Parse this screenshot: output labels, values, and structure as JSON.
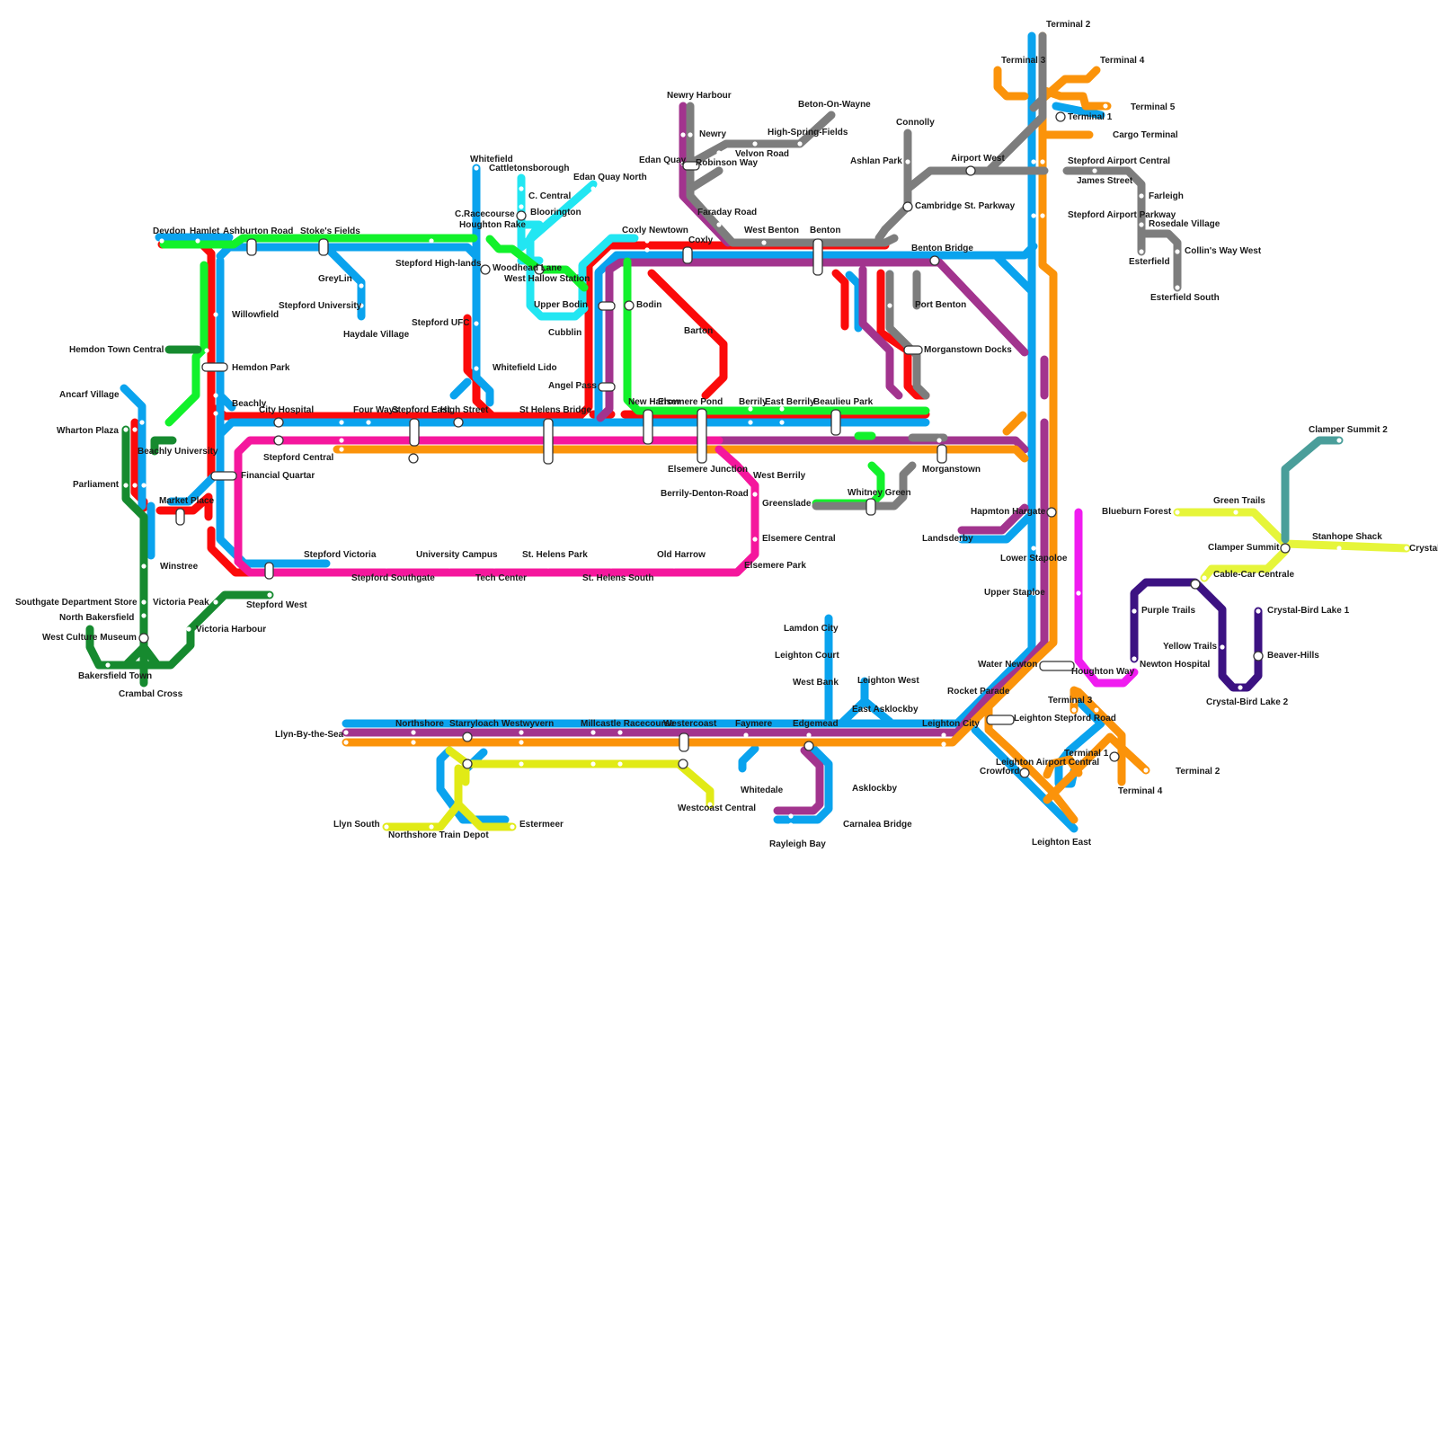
{
  "line_colors": {
    "blue": "#0aa3ee",
    "red": "#fb0a0a",
    "purple": "#a2348e",
    "orange": "#fb930a",
    "green": "#12f12b",
    "darkgreen": "#168a2f",
    "grey": "#7d7d7d",
    "pink": "#f5179d",
    "cyan": "#22e6f2",
    "yellow": "#e1ea16",
    "lime": "#e6f53a",
    "teal": "#4a9e9a",
    "indigo": "#3c1282",
    "magenta": "#f01cf0"
  },
  "stations": {
    "devdon": "Devdon",
    "hamlet": "Hamlet",
    "ashburton_road": "Ashburton Road",
    "stokes_fields": "Stoke's Fields",
    "willowfield": "Willowfield",
    "greylin": "GreyLin",
    "stepford_high_lands": "Stepford High-lands",
    "stepford_university": "Stepford University",
    "haydale_village": "Haydale Village",
    "hemdon_town_central": "Hemdon Town Central",
    "hemdon_park": "Hemdon Park",
    "ancarf_village": "Ancarf Village",
    "beachly": "Beachly",
    "wharton_plaza": "Wharton Plaza",
    "beachly_university": "Beachly University",
    "parliament": "Parliament",
    "financial_quarter": "Financial Quartar",
    "market_place": "Market Place",
    "winstree": "Winstree",
    "southgate_department_store": "Southgate Department Store",
    "north_bakersfield": "North Bakersfield",
    "west_culture_museum": "West Culture Museum",
    "bakersfield_town": "Bakersfield Town",
    "crambal_cross": "Crambal Cross",
    "victoria_peak": "Victoria Peak",
    "victoria_harbour": "Victoria Harbour",
    "stepford_west": "Stepford West",
    "city_hospital": "City Hospital",
    "stepford_central": "Stepford Central",
    "four_ways": "Four Ways",
    "stepford_east": "Stepford East",
    "high_street": "High Street",
    "stepford_ufc": "Stepford UFC",
    "whitefield": "Whitefield",
    "cattletonsborough": "Cattletonsborough",
    "c_racecourse": "C.Racecourse",
    "houghton_rake": "Houghton Rake",
    "c_central": "C. Central",
    "bloorington": "Bloorington",
    "edan_quay_north": "Edan Quay North",
    "woodhead_lane": "Woodhead Lane",
    "west_hallow_station": "West Hallow Station",
    "upper_bodin": "Upper Bodin",
    "bodin": "Bodin",
    "cubblin": "Cubblin",
    "whitefield_lido": "Whitefield Lido",
    "st_helens_bridge": "St Helens Bridge",
    "angel_pass": "Angel Pass",
    "coxly_newtown": "Coxly Newtown",
    "coxly": "Coxly",
    "newry_harbour": "Newry Harbour",
    "newry": "Newry",
    "edan_quay": "Edan Quay",
    "robinson_way": "Robinson Way",
    "velvon_road": "Velvon Road",
    "high_spring_fields": "High-Spring-Fields",
    "beton_on_wayne": "Beton-On-Wayne",
    "faraday_road": "Faraday Road",
    "west_benton": "West Benton",
    "benton": "Benton",
    "barton": "Barton",
    "new_harrow": "New Harrow",
    "elsemere_pond": "Elsemere Pond",
    "berrily": "Berrily",
    "east_berrily": "East Berrily",
    "beaulieu_park": "Beaulieu Park",
    "elsemere_junction": "Elsemere Junction",
    "west_berrily": "West Berrily",
    "berrily_denton_road": "Berrily-Denton-Road",
    "elsemere_central": "Elsemere Central",
    "elsemere_park": "Elsemere Park",
    "stepford_victoria": "Stepford Victoria",
    "stepford_southgate": "Stepford Southgate",
    "university_campus": "University Campus",
    "tech_center": "Tech Center",
    "st_helens_park": "St. Helens Park",
    "st_helens_south": "St. Helens South",
    "old_harrow": "Old Harrow",
    "greenslade": "Greenslade",
    "whitney_green": "Whitney Green",
    "connolly": "Connolly",
    "ashlan_park": "Ashlan Park",
    "airport_west": "Airport West",
    "cambridge_st_parkway": "Cambridge St. Parkway",
    "benton_bridge": "Benton Bridge",
    "port_benton": "Port Benton",
    "morganstown_docks": "Morganstown Docks",
    "morganstown": "Morganstown",
    "terminal_2": "Terminal 2",
    "terminal_3": "Terminal 3",
    "terminal_4": "Terminal 4",
    "terminal_5": "Terminal 5",
    "terminal_1": "Terminal 1",
    "cargo_terminal": "Cargo Terminal",
    "stepford_airport_central": "Stepford Airport Central",
    "james_street": "James Street",
    "farleigh": "Farleigh",
    "stepford_airport_parkway": "Stepford Airport Parkway",
    "rosedale_village": "Rosedale Village",
    "esterfield": "Esterfield",
    "collins_way_west": "Collin's Way West",
    "esterfield_south": "Esterfield South",
    "hapmton_hargate": "Hapmton Hargate",
    "landsderby": "Landsderby",
    "lower_stapoloe": "Lower Stapoloe",
    "upper_staploe": "Upper Staploe",
    "water_newton": "Water Newton",
    "houghton_way": "Houghton Way",
    "newton_hospital": "Newton Hospital",
    "blueburn_forest": "Blueburn Forest",
    "green_trails": "Green Trails",
    "clamper_summit_2": "Clamper Summit 2",
    "clamper_summit": "Clamper Summit",
    "stanhope_shack": "Stanhope Shack",
    "crystal": "Crystal",
    "cable_car_centrale": "Cable-Car Centrale",
    "purple_trails": "Purple Trails",
    "yellow_trails": "Yellow Trails",
    "crystal_bird_lake_1": "Crystal-Bird Lake 1",
    "beaver_hills": "Beaver-Hills",
    "crystal_bird_lake_2": "Crystal-Bird Lake 2",
    "lamdon_city": "Lamdon City",
    "leighton_court": "Leighton Court",
    "west_bank": "West Bank",
    "leighton_west": "Leighton West",
    "east_asklockby": "East Asklockby",
    "rocket_parade": "Rocket Parade",
    "leighton_stepford_road": "Leighton Stepford Road",
    "leighton_city": "Leighton City",
    "terminal_3_south": "Terminal 3",
    "terminal_1_south": "Terminal 1",
    "leighton_airport_central": "Leighton Airport Central",
    "crowford": "Crowford",
    "terminal_2_south": "Terminal 2",
    "terminal_4_south": "Terminal 4",
    "leighton_east": "Leighton East",
    "llyn_by_the_sea": "Llyn-By-the-Sea",
    "northshore": "Northshore",
    "starryloach": "Starryloach",
    "westwyvern": "Westwyvern",
    "millcastle_racecourse": "Millcastle Racecourse",
    "westercoast": "Westercoast",
    "faymere": "Faymere",
    "edgemead": "Edgemead",
    "whitedale": "Whitedale",
    "westcoast_central": "Westcoast Central",
    "asklockby": "Asklockby",
    "carnalea_bridge": "Carnalea Bridge",
    "rayleigh_bay": "Rayleigh Bay",
    "llyn_south": "Llyn South",
    "northshore_train_depot": "Northshore Train Depot",
    "estermeer": "Estermeer"
  }
}
